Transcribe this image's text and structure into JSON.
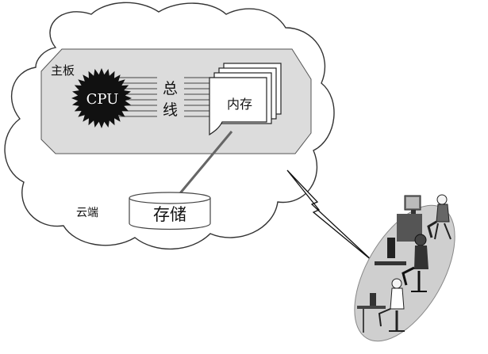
{
  "labels": {
    "motherboard": "主板",
    "cpu": "CPU",
    "bus_line1": "总",
    "bus_line2": "线",
    "memory": "内存",
    "storage": "存储",
    "cloud": "云端"
  },
  "colors": {
    "cloud_fill": "#ffffff",
    "cloud_stroke": "#333333",
    "board_fill": "#dcdcdc",
    "board_stroke": "#555555",
    "cpu_fill": "#111111",
    "cpu_text": "#ffffff",
    "bus_lines": "#444444",
    "link_line": "#666666",
    "users_ellipse": "#cfcfcf"
  },
  "icons": {
    "cpu": "cpu-starburst-icon",
    "memory": "stacked-pages-icon",
    "storage": "cylinder-storage-icon",
    "wireless": "lightning-link-icon",
    "users": "workstation-users-icon"
  }
}
